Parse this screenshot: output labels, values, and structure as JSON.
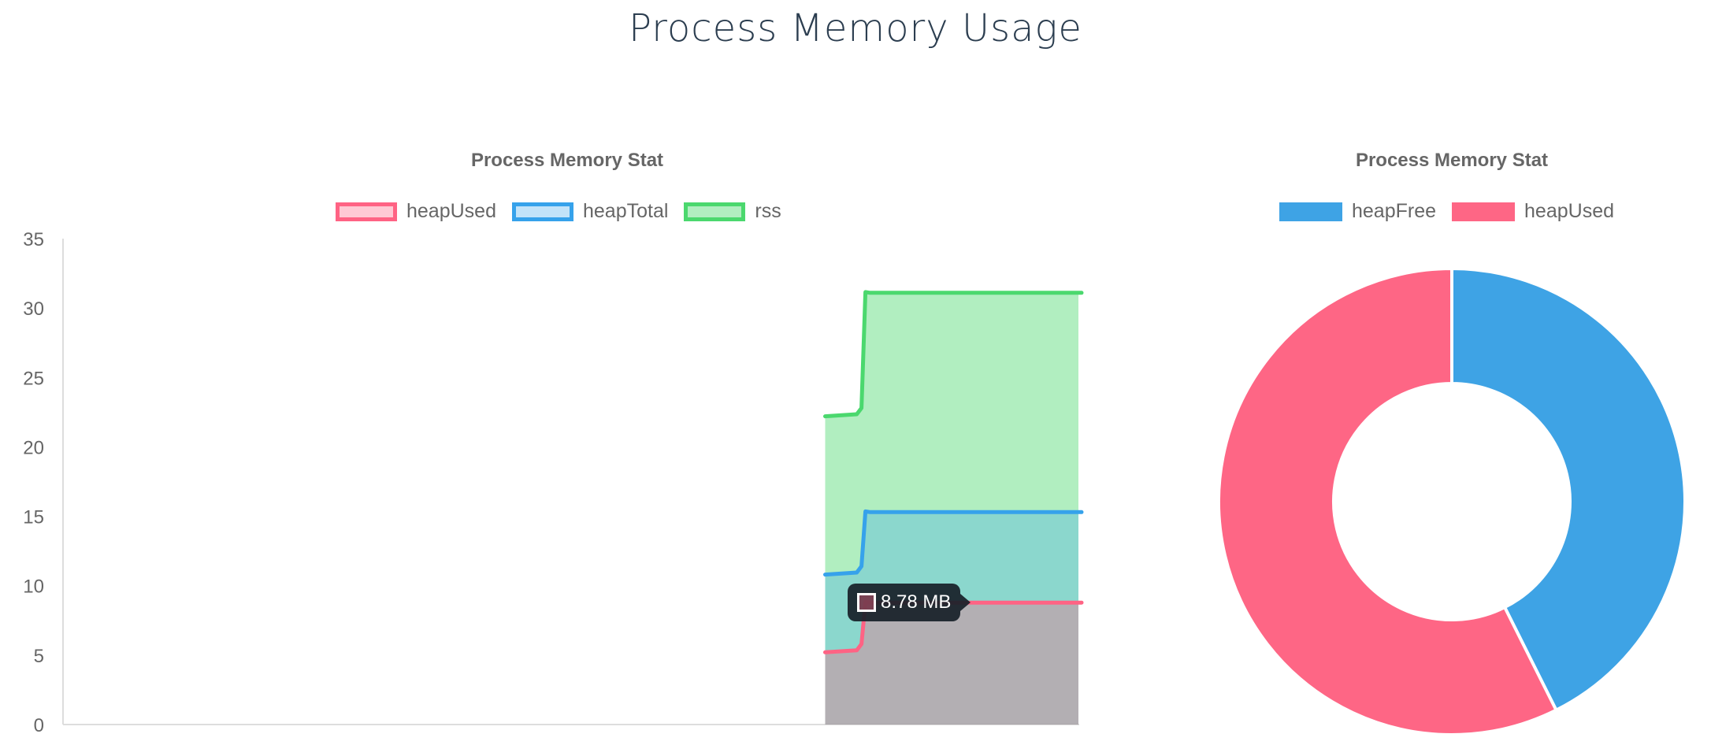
{
  "page": {
    "title": "Process Memory Usage"
  },
  "colors": {
    "heapUsed": "#ff6384",
    "heapTotal": "#36a2eb",
    "rss": "#4bd86e",
    "heapUsedFill": "rgba(255,99,132,0.35)",
    "heapTotalFill": "rgba(54,162,235,0.3)",
    "rssFill": "rgba(75,216,110,0.43)",
    "pieHeapFree": "#3ea3e5",
    "pieHeapUsed": "#fe6685",
    "axis": "#dddddd",
    "text": "#666666"
  },
  "tooltip": {
    "text": "8.78 MB"
  },
  "chart_data": [
    {
      "type": "area",
      "title": "Process Memory Stat",
      "ylim": [
        0,
        35
      ],
      "yticks": [
        "0",
        "5",
        "10",
        "15",
        "20",
        "25",
        "30",
        "35"
      ],
      "grid": false,
      "legend": "top",
      "x_positions": [
        0,
        1,
        2,
        3,
        4,
        5,
        6,
        7,
        8,
        9,
        10,
        11,
        12,
        13,
        14,
        15,
        16,
        17,
        18,
        19,
        20
      ],
      "x_range": [
        0,
        20
      ],
      "visible_x_start": 15,
      "step_x": 15.7,
      "series": [
        {
          "name": "heapUsed",
          "before": 5.2,
          "after": 8.78
        },
        {
          "name": "heapTotal",
          "before": 10.8,
          "after": 15.3
        },
        {
          "name": "rss",
          "before": 22.2,
          "after": 31.1
        }
      ]
    },
    {
      "type": "pie",
      "title": "Process Memory Stat",
      "legend": "top",
      "labels": [
        "heapFree",
        "heapUsed"
      ],
      "values": [
        6.52,
        8.78
      ]
    }
  ]
}
